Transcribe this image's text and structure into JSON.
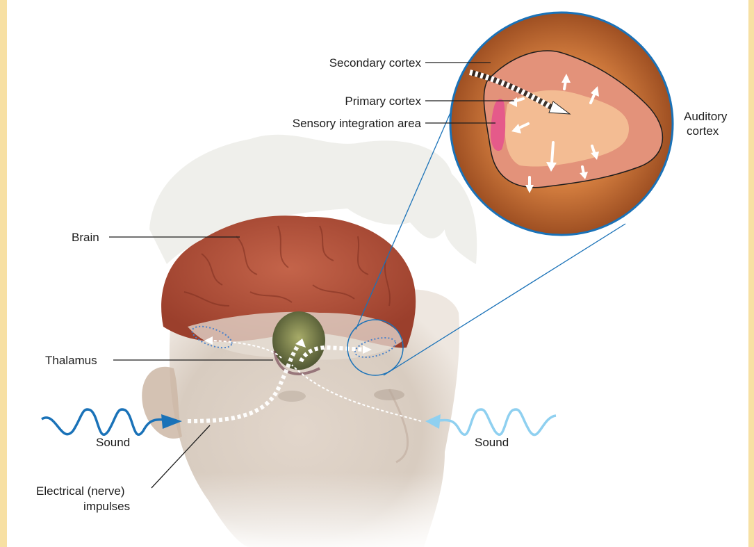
{
  "labels": {
    "secondary_cortex": "Secondary cortex",
    "primary_cortex": "Primary cortex",
    "sensory_integration": "Sensory integration area",
    "auditory_line1": "Auditory",
    "auditory_line2": "cortex",
    "brain": "Brain",
    "thalamus": "Thalamus",
    "sound_left": "Sound",
    "sound_right": "Sound",
    "impulses_line1": "Electrical (nerve)",
    "impulses_line2": "impulses"
  },
  "colors": {
    "border_frame": "#f7e0a3",
    "zoom_outline": "#1a72b8",
    "sound_left_wave": "#1a72b8",
    "sound_right_wave": "#8fd0f0",
    "inset_brown": "#b8652e",
    "secondary_region": "#e3927a",
    "primary_region": "#f3bc93",
    "integration_region": "#e55a8a",
    "brain": "#b8513c"
  }
}
